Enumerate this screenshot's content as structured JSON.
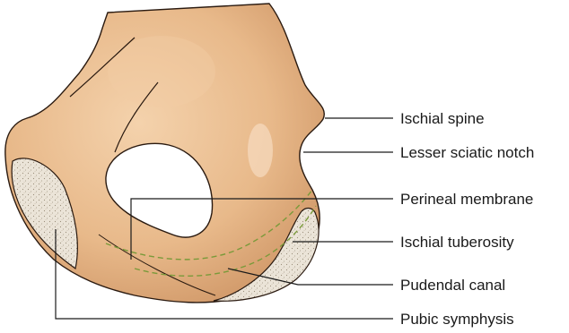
{
  "labels": {
    "ischial_spine": "Ischial spine",
    "lesser_sciatic_notch": "Lesser sciatic notch",
    "perineal_membrane": "Perineal membrane",
    "ischial_tuberosity": "Ischial tuberosity",
    "pudendal_canal": "Pudendal canal",
    "pubic_symphysis": "Pubic symphysis"
  },
  "colors": {
    "bone": "#e8b98a",
    "bone_shadow": "#c98e5e",
    "bone_outline": "#2a1a10",
    "cartilage": "#e7ded0",
    "canal_line": "#7a9a3a",
    "leader": "#1a1a1a"
  }
}
